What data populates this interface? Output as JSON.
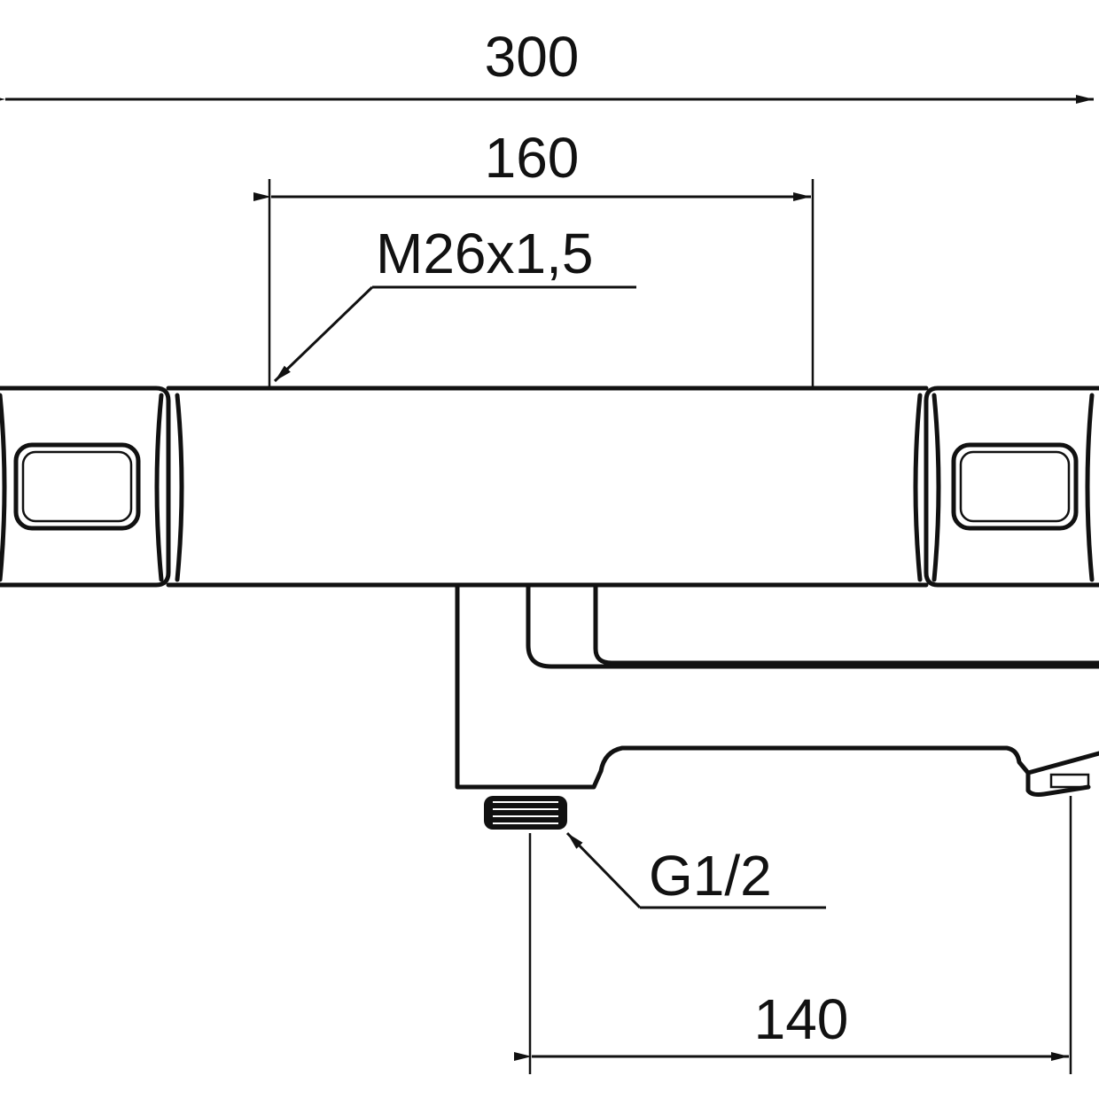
{
  "dimensions": {
    "overall_width": "300",
    "spindle_spacing": "160",
    "spout_reach": "140"
  },
  "threads": {
    "top_connection": "M26x1,5",
    "bottom_connection": "G1/2"
  }
}
